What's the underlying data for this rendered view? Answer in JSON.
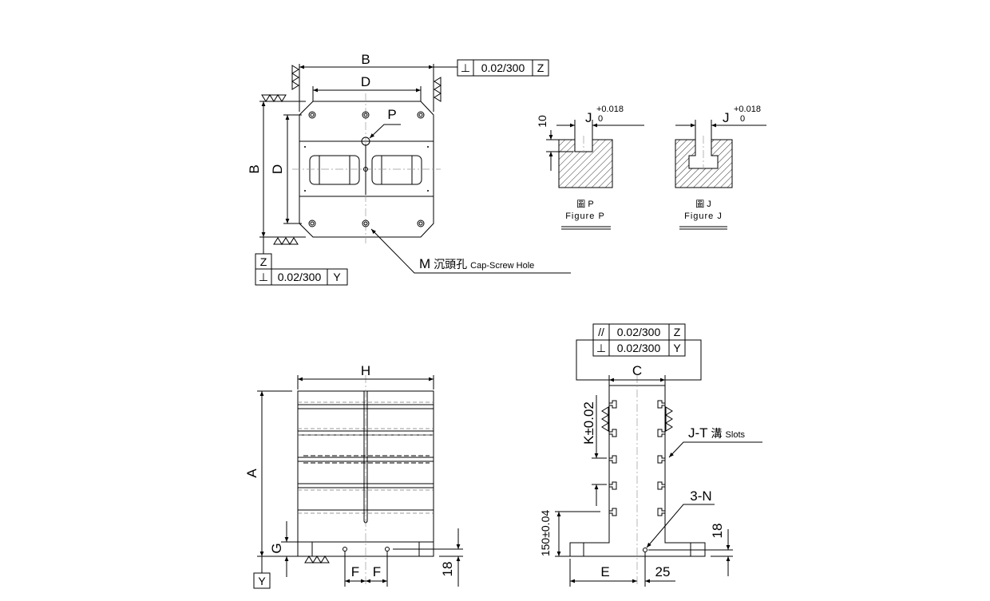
{
  "top_view": {
    "dim_b_h": "B",
    "dim_d_h": "D",
    "dim_b_v": "B",
    "dim_d_v": "D",
    "label_p": "P",
    "tol_top": {
      "symbol": "⊥",
      "value": "0.02/300",
      "datum": "Z"
    },
    "datum_z": "Z",
    "tol_bottom": {
      "symbol": "⊥",
      "value": "0.02/300",
      "datum": "Y"
    },
    "cap_screw_m": "M",
    "cap_screw_cn": "沉頭孔",
    "cap_screw_en": "Cap-Screw Hole"
  },
  "figure_p": {
    "dim_10": "10",
    "j": "J",
    "tol_upper": "+0.018",
    "tol_lower": "0",
    "caption_cn": "圖 P",
    "caption_en": "Figure P"
  },
  "figure_j": {
    "j": "J",
    "tol_upper": "+0.018",
    "tol_lower": "0",
    "caption_cn": "圖 J",
    "caption_en": "Figure J"
  },
  "front_view": {
    "dim_h": "H",
    "dim_a": "A",
    "dim_g": "G",
    "datum_y": "Y",
    "dim_f1": "F",
    "dim_f2": "F",
    "dim_18": "18"
  },
  "side_view": {
    "tol_parallel": {
      "symbol": "//",
      "value": "0.02/300",
      "datum": "Z"
    },
    "tol_perp": {
      "symbol": "⊥",
      "value": "0.02/300",
      "datum": "Y"
    },
    "dim_c": "C",
    "dim_k": "K±0.02",
    "slots_label": "J-T",
    "slots_cn": "溝",
    "slots_en": "Slots",
    "holes_label": "3-N",
    "dim_150": "150±0.04",
    "dim_e": "E",
    "dim_25": "25",
    "dim_18": "18"
  }
}
